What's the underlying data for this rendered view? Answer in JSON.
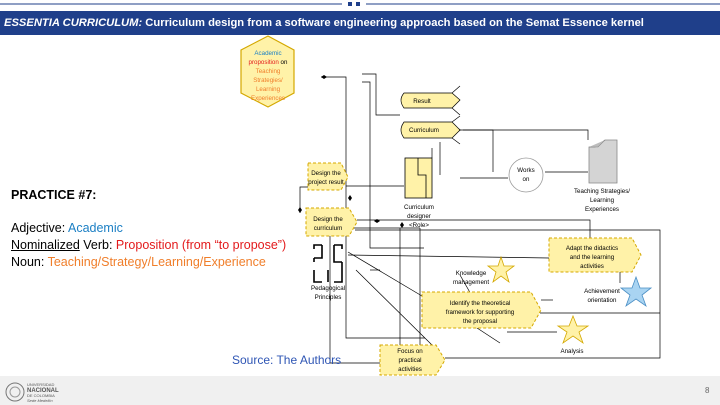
{
  "header": {
    "title_italic": "ESSENTIA CURRICULUM:",
    "title_rest": " Curriculum design from a software engineering approach based on the Semat Essence kernel"
  },
  "practice": {
    "title": "PRACTICE #7:",
    "adjective_label": "Adjective: ",
    "adjective_value": "Academic",
    "verb_label_underlined": "Nominalized",
    "verb_label_rest": " Verb: ",
    "verb_value": "Proposition (from “to propose”)",
    "noun_label": "Noun: ",
    "noun_value": "Teaching/Strategy/Learning/Experience"
  },
  "source": "Source: The Authors",
  "page_number": "8",
  "logo": {
    "line1": "UNIVERSIDAD",
    "line2": "NACIONAL",
    "line3": "DE COLOMBIA",
    "line4": "Sede Medellín"
  },
  "diagram": {
    "hexagon": {
      "line1": "Academic",
      "line2_red": "proposition",
      "line2_rest": " on",
      "line3": "Teaching",
      "line4": "Strategies/",
      "line5": "Learning",
      "line6": "Experiences"
    },
    "result_label": "Result",
    "curriculum_label": "Curriculum",
    "design_result": {
      "line1": "Design the",
      "line2": "project result"
    },
    "design_curriculum": {
      "line1": "Design the",
      "line2": "curriculum"
    },
    "designer": {
      "line1": "Curriculum",
      "line2": "designer",
      "line3": "<Role>"
    },
    "works_on": {
      "line1": "Works",
      "line2": "on"
    },
    "teaching": {
      "line1": "Teaching Strategies/",
      "line2": "Learning",
      "line3": "Experiences"
    },
    "pedagogical": {
      "line1": "Pedagogical",
      "line2": "Principles"
    },
    "adapt": {
      "line1": "Adapt the didactics",
      "line2": "and the learning",
      "line3": "activities"
    },
    "identify": {
      "line1": "Identify the theoretical",
      "line2": "framework for supporting",
      "line3": "the proposal"
    },
    "focus": {
      "line1": "Focus on",
      "line2": "practical",
      "line3": "activities"
    },
    "knowledge": {
      "line1": "Knowledge",
      "line2": "management"
    },
    "achievement": {
      "line1": "Achievement",
      "line2": "orientation"
    },
    "analysis": "Analysis"
  },
  "colors": {
    "header_bg": "#1f3f8a",
    "activity_fill": "#fff2a8",
    "activity_stroke": "#d4a800",
    "competency_blue": "#a9d4f2",
    "accent_blue": "#1b7fc4",
    "accent_red": "#e31a1c",
    "accent_orange": "#f07e2a"
  }
}
